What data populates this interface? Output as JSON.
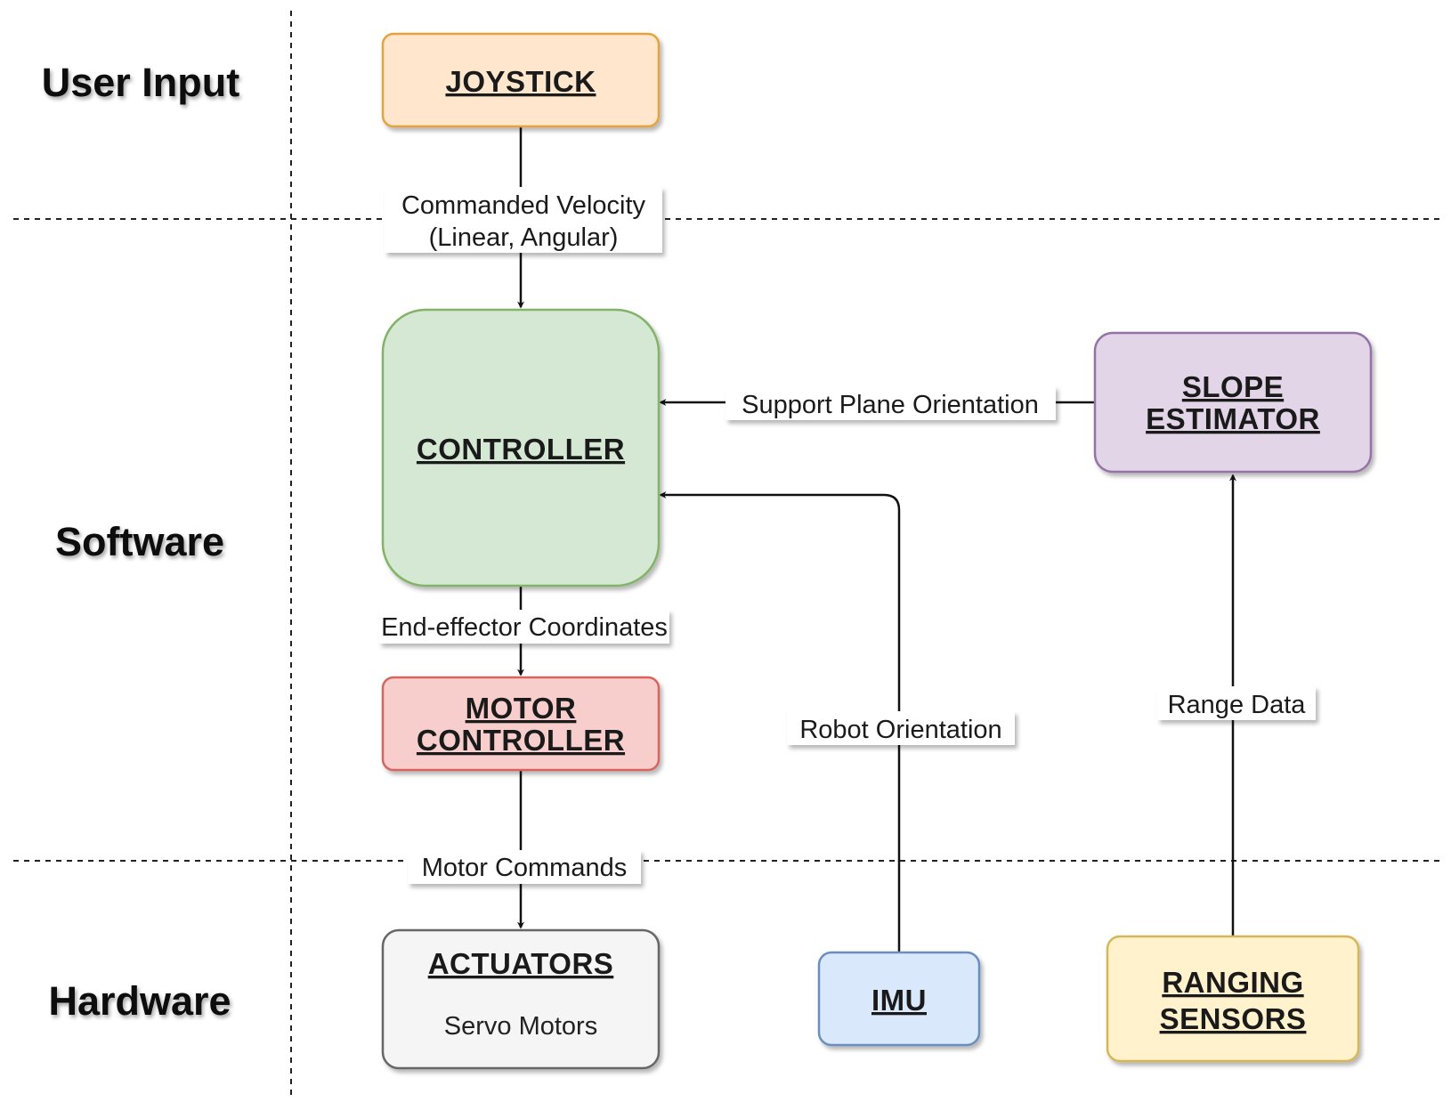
{
  "lanes": {
    "user_input": "User Input",
    "software": "Software",
    "hardware": "Hardware"
  },
  "nodes": {
    "joystick": {
      "title": "JOYSTICK",
      "fill": "#ffe6cc",
      "stroke": "#e6a23c"
    },
    "controller": {
      "title": "CONTROLLER",
      "fill": "#d5e8d4",
      "stroke": "#82b366"
    },
    "slope_estimator": {
      "title_line1": "SLOPE",
      "title_line2": "ESTIMATOR",
      "fill": "#e1d5e7",
      "stroke": "#9673a6"
    },
    "motor_controller": {
      "title_line1": "MOTOR",
      "title_line2": "CONTROLLER",
      "fill": "#f8cecc",
      "stroke": "#d9645f"
    },
    "actuators": {
      "title": "ACTUATORS",
      "subtitle": "Servo Motors",
      "fill": "#f5f5f5",
      "stroke": "#666666"
    },
    "imu": {
      "title": "IMU",
      "fill": "#dae8fc",
      "stroke": "#6c8ebf"
    },
    "ranging_sensors": {
      "title_line1": "RANGING",
      "title_line2": "SENSORS",
      "fill": "#fff2cc",
      "stroke": "#d6b656"
    }
  },
  "edges": {
    "commanded_velocity_line1": "Commanded Velocity",
    "commanded_velocity_line2": "(Linear, Angular)",
    "support_plane_orientation": "Support Plane Orientation",
    "end_effector_coordinates": "End-effector Coordinates",
    "robot_orientation": "Robot Orientation",
    "range_data": "Range Data",
    "motor_commands": "Motor Commands"
  }
}
